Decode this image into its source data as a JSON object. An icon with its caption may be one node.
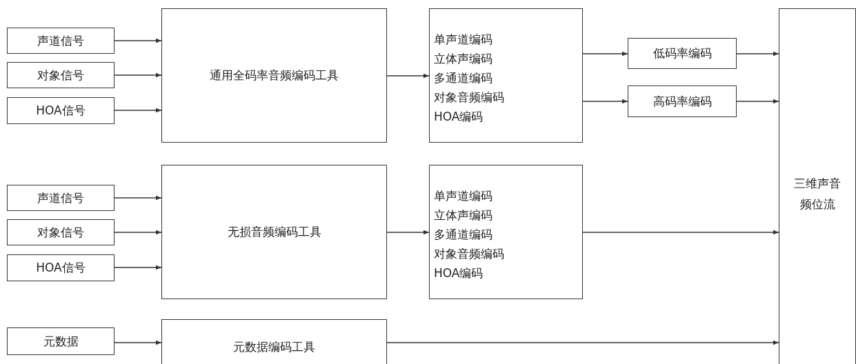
{
  "diagram": {
    "nodes": [
      {
        "text": [
          "声道信号"
        ]
      },
      {
        "text": [
          "对象信号"
        ]
      },
      {
        "text": [
          "HOA信号"
        ]
      },
      {
        "text": [
          "通用全码率音频编码工具"
        ]
      },
      {
        "text": [
          "单声道编码",
          "立体声编码",
          "多通道编码",
          "对象音频编码",
          "HOA编码"
        ]
      },
      {
        "text": [
          "低码率编码"
        ]
      },
      {
        "text": [
          "高码率编码"
        ]
      },
      {
        "text": [
          "三维声音频位流"
        ]
      },
      {
        "text": [
          "声道信号"
        ]
      },
      {
        "text": [
          "对象信号"
        ]
      },
      {
        "text": [
          "HOA信号"
        ]
      },
      {
        "text": [
          "无损音频编码工具"
        ]
      },
      {
        "text": [
          "单声道编码",
          "立体声编码",
          "多通道编码",
          "对象音频编码",
          "HOA编码"
        ]
      },
      {
        "text": [
          "元数据"
        ]
      },
      {
        "text": [
          "元数据编码工具"
        ]
      }
    ],
    "edges": [
      {
        "from": 0,
        "to": 3,
        "arrow": "to"
      },
      {
        "from": 1,
        "to": 3,
        "arrow": "to"
      },
      {
        "from": 2,
        "to": 3,
        "arrow": "to"
      },
      {
        "from": 3,
        "to": 4,
        "arrow": "to"
      },
      {
        "from": 4,
        "to": 5,
        "arrow": "to"
      },
      {
        "from": 4,
        "to": 6,
        "arrow": "to"
      },
      {
        "from": 5,
        "to": 7,
        "arrow": "to"
      },
      {
        "from": 6,
        "to": 7,
        "arrow": "to"
      },
      {
        "from": 8,
        "to": 11,
        "arrow": "to"
      },
      {
        "from": 9,
        "to": 11,
        "arrow": "to"
      },
      {
        "from": 10,
        "to": 11,
        "arrow": "to"
      },
      {
        "from": 11,
        "to": 12,
        "arrow": "to"
      },
      {
        "from": 12,
        "to": 7,
        "arrow": "to"
      },
      {
        "from": 13,
        "to": 14,
        "arrow": "to"
      },
      {
        "from": 14,
        "to": 7,
        "arrow": "to"
      }
    ]
  }
}
